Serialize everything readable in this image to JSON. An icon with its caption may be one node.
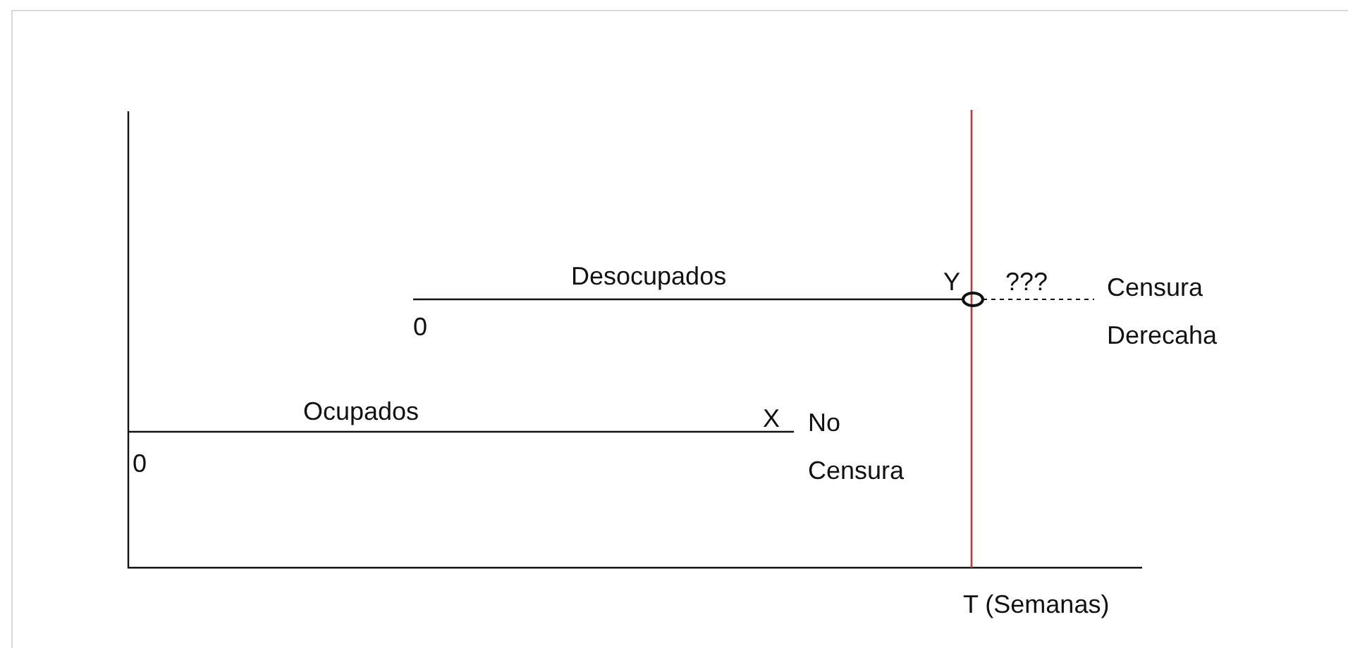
{
  "diagram": {
    "labels": [
      "Desocupados",
      "Y",
      "???",
      "Censura Derecaha",
      "0",
      "Ocupados",
      "X",
      "No Censura",
      "0",
      "T (Semanas)"
    ]
  }
}
